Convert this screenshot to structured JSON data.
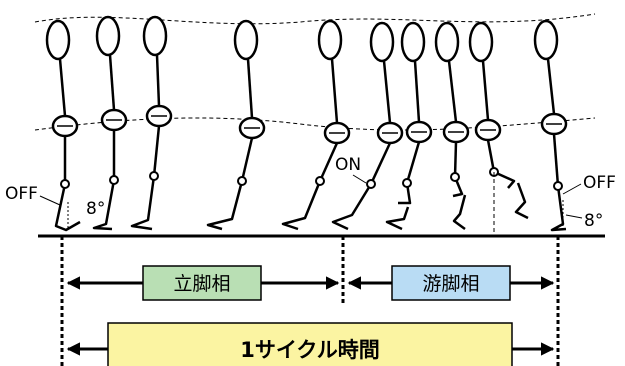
{
  "labels": {
    "off_left": "OFF",
    "angle_left": "8°",
    "on": "ON",
    "off_right": "OFF",
    "angle_right": "8°"
  },
  "phases": {
    "stance": "立脚相",
    "swing": "游脚相",
    "cycle": "1サイクル時間"
  },
  "colors": {
    "stance_box": "#b9dfb4",
    "swing_box": "#b9dcf4",
    "cycle_box": "#fbf4a2",
    "line": "#000000"
  }
}
